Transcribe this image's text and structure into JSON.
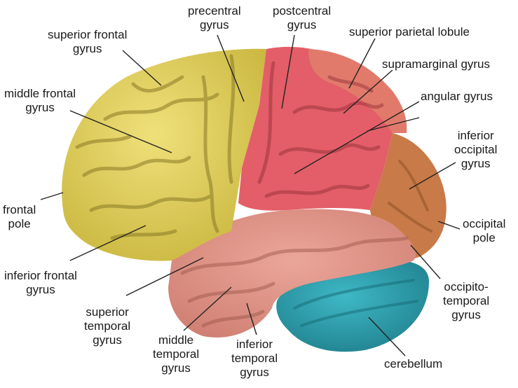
{
  "labels": {
    "superior_frontal_gyrus": [
      "superior frontal",
      "gyrus"
    ],
    "precentral_gyrus": [
      "precentral",
      "gyrus"
    ],
    "postcentral_gyrus": [
      "postcentral",
      "gyrus"
    ],
    "superior_parietal_lobule": [
      "superior parietal lobule"
    ],
    "supramarginal_gyrus": [
      "supramarginal gyrus"
    ],
    "angular_gyrus": [
      "angular gyrus"
    ],
    "middle_frontal_gyrus": [
      "middle frontal",
      "gyrus"
    ],
    "inferior_occipital_gyrus": [
      "inferior",
      "occipital",
      "gyrus"
    ],
    "frontal_pole": [
      "frontal",
      "pole"
    ],
    "occipital_pole": [
      "occipital",
      "pole"
    ],
    "inferior_frontal_gyrus": [
      "inferior frontal",
      "gyrus"
    ],
    "occipito_temporal_gyrus": [
      "occipito-",
      "temporal",
      "gyrus"
    ],
    "superior_temporal_gyrus": [
      "superior",
      "temporal",
      "gyrus"
    ],
    "middle_temporal_gyrus": [
      "middle",
      "temporal",
      "gyrus"
    ],
    "inferior_temporal_gyrus": [
      "inferior",
      "temporal",
      "gyrus"
    ],
    "cerebellum": [
      "cerebellum"
    ]
  },
  "colors": {
    "frontal": "#e3d35a",
    "frontal_dark": "#a89a2e",
    "parietal_post": "#e35e68",
    "parietal": "#e27a6c",
    "temporal": "#e0958a",
    "temporal_low": "#df8278",
    "occipital": "#c87a48",
    "cerebellum": "#2f9fae",
    "sulcus": "#5a3a30",
    "leader": "#222222"
  }
}
